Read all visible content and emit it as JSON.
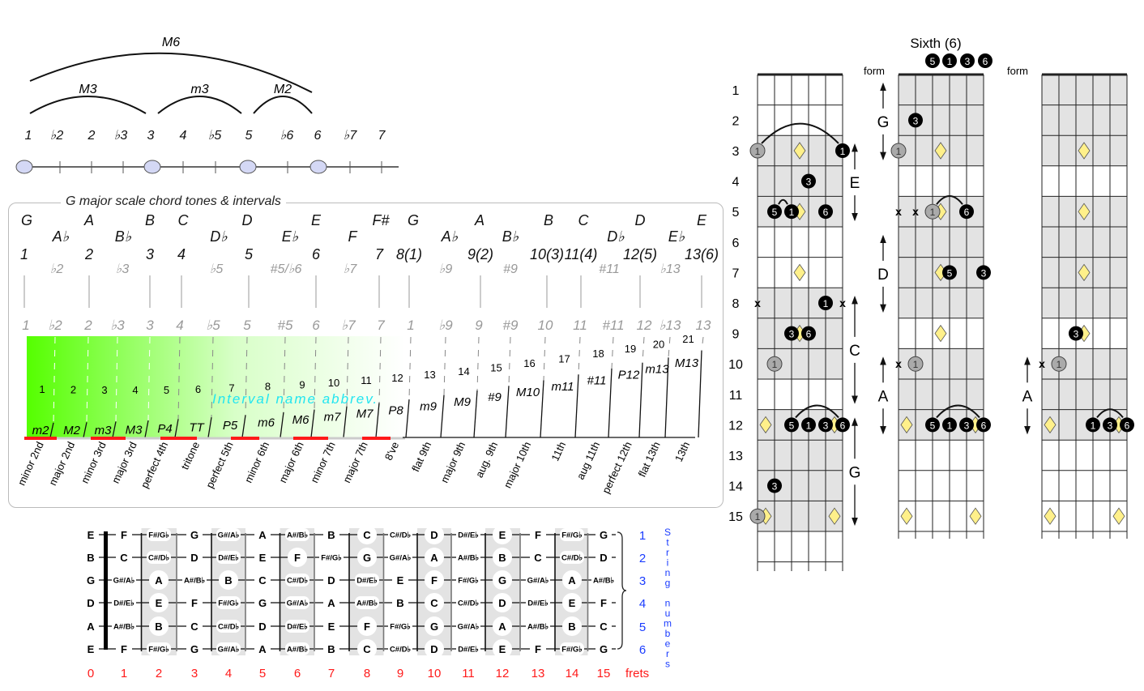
{
  "top_diagram": {
    "degrees": [
      "1",
      "♭2",
      "2",
      "♭3",
      "3",
      "4",
      "♭5",
      "5",
      "♭6",
      "6",
      "♭7",
      "7"
    ],
    "chord_tone_indexes": [
      0,
      4,
      7,
      9
    ],
    "arcs": [
      {
        "label": "M6",
        "from": 0,
        "to": 9,
        "level": 2
      },
      {
        "label": "M3",
        "from": 0,
        "to": 4,
        "level": 1
      },
      {
        "label": "m3",
        "from": 4,
        "to": 7,
        "level": 1
      },
      {
        "label": "M2",
        "from": 7,
        "to": 9,
        "level": 1
      }
    ]
  },
  "scale_panel": {
    "title": "G major scale chord tones & intervals",
    "notes": [
      {
        "note": "G",
        "degree": "1",
        "in_scale": true
      },
      {
        "note": "A♭",
        "degree": "♭2",
        "in_scale": false
      },
      {
        "note": "A",
        "degree": "2",
        "in_scale": true
      },
      {
        "note": "B♭",
        "degree": "♭3",
        "in_scale": false
      },
      {
        "note": "B",
        "degree": "3",
        "in_scale": true
      },
      {
        "note": "C",
        "degree": "4",
        "in_scale": true
      },
      {
        "note": "D♭",
        "degree": "♭5",
        "in_scale": false
      },
      {
        "note": "D",
        "degree": "5",
        "in_scale": true
      },
      {
        "note": "E♭",
        "degree": "#5/♭6",
        "in_scale": false
      },
      {
        "note": "E",
        "degree": "6",
        "in_scale": true
      },
      {
        "note": "F",
        "degree": "♭7",
        "in_scale": false
      },
      {
        "note": "F#",
        "degree": "7",
        "in_scale": true
      },
      {
        "note": "G",
        "degree": "8(1)",
        "in_scale": true
      },
      {
        "note": "A♭",
        "degree": "♭9",
        "in_scale": false
      },
      {
        "note": "A",
        "degree": "9(2)",
        "in_scale": true
      },
      {
        "note": "B♭",
        "degree": "#9",
        "in_scale": false
      },
      {
        "note": "B",
        "degree": "10(3)",
        "in_scale": true
      },
      {
        "note": "C",
        "degree": "11(4)",
        "in_scale": true
      },
      {
        "note": "D♭",
        "degree": "#11",
        "in_scale": false
      },
      {
        "note": "D",
        "degree": "12(5)",
        "in_scale": true
      },
      {
        "note": "E♭",
        "degree": "♭13",
        "in_scale": false
      },
      {
        "note": "E",
        "degree": "13(6)",
        "in_scale": true
      }
    ],
    "interval_degrees": [
      "1",
      "♭2",
      "2",
      "♭3",
      "3",
      "4",
      "♭5",
      "5",
      "#5",
      "6",
      "♭7",
      "7",
      "1",
      "♭9",
      "9",
      "#9",
      "10",
      "11",
      "#11",
      "12",
      "♭13",
      "13"
    ],
    "semitones": [
      1,
      2,
      3,
      4,
      5,
      6,
      7,
      8,
      9,
      10,
      11,
      12,
      13,
      14,
      15,
      16,
      17,
      18,
      19,
      20,
      21
    ],
    "abbreviations": [
      "m2",
      "M2",
      "m3",
      "M3",
      "P4",
      "TT",
      "P5",
      "m6",
      "M6",
      "m7",
      "M7",
      "P8",
      "m9",
      "M9",
      "#9",
      "M10",
      "m11",
      "#11",
      "P12",
      "m13",
      "M13"
    ],
    "interval_names": [
      "minor 2nd",
      "major 2nd",
      "minor 3rd",
      "major 3rd",
      "perfect 4th",
      "tritone",
      "perfect 5th",
      "minor 6th",
      "major 6th",
      "minor 7th",
      "major 7th",
      "8've",
      "flat 9th",
      "major 9th",
      "aug. 9th",
      "major 10th",
      "11th",
      "aug 11th",
      "perfect 12th",
      "flat 13th",
      "13th"
    ],
    "abbrev_caption": "Interval name abbrev.",
    "colors": {
      "gradient_start": "#55ff00",
      "caption": "#22e5f0",
      "accent_bar": "#ff1a1a"
    }
  },
  "note_chart": {
    "open_strings": [
      "E",
      "B",
      "G",
      "D",
      "A",
      "E"
    ],
    "frets": [
      "0",
      "1",
      "2",
      "3",
      "4",
      "5",
      "6",
      "7",
      "8",
      "9",
      "10",
      "11",
      "12",
      "13",
      "14",
      "15"
    ],
    "frets_label": "frets",
    "string_numbers": [
      "1",
      "2",
      "3",
      "4",
      "5",
      "6"
    ],
    "string_numbers_label": "String numbers",
    "grid": [
      [
        "F",
        "F#/G♭",
        "G",
        "G#/A♭",
        "A",
        "A#/B♭",
        "B",
        "C",
        "C#/D♭",
        "D",
        "D#/E♭",
        "E",
        "F",
        "F#/G♭",
        "G"
      ],
      [
        "C",
        "C#/D♭",
        "D",
        "D#/E♭",
        "E",
        "F",
        "F#/G♭",
        "G",
        "G#/A♭",
        "A",
        "A#/B♭",
        "B",
        "C",
        "C#/D♭",
        "D"
      ],
      [
        "G#/A♭",
        "A",
        "A#/B♭",
        "B",
        "C",
        "C#/D♭",
        "D",
        "D#/E♭",
        "E",
        "F",
        "F#/G♭",
        "G",
        "G#/A♭",
        "A",
        "A#/B♭"
      ],
      [
        "D#/E♭",
        "E",
        "F",
        "F#/G♭",
        "G",
        "G#/A♭",
        "A",
        "A#/B♭",
        "B",
        "C",
        "C#/D♭",
        "D",
        "D#/E♭",
        "E",
        "F"
      ],
      [
        "A#/B♭",
        "B",
        "C",
        "C#/D♭",
        "D",
        "D#/E♭",
        "E",
        "F",
        "F#/G♭",
        "G",
        "G#/A♭",
        "A",
        "A#/B♭",
        "B",
        "C"
      ],
      [
        "F",
        "F#/G♭",
        "G",
        "G#/A♭",
        "A",
        "A#/B♭",
        "B",
        "C",
        "C#/D♭",
        "D",
        "D#/E♭",
        "E",
        "F",
        "F#/G♭",
        "G"
      ]
    ],
    "colors": {
      "fret_numbers": "#ff1a1a",
      "string_numbers": "#1a3cff"
    }
  },
  "chord_diagrams": {
    "title": "Sixth (6)",
    "formula": [
      "5",
      "1",
      "3",
      "6"
    ],
    "form_label": "form",
    "fret_numbers": [
      "1",
      "2",
      "3",
      "4",
      "5",
      "6",
      "7",
      "8",
      "9",
      "10",
      "11",
      "12",
      "13",
      "14",
      "15"
    ],
    "inlay_frets": [
      3,
      5,
      7,
      9,
      12,
      15
    ],
    "diagrams": [
      {
        "shaded": [
          [
            3,
            5
          ],
          [
            8,
            10
          ],
          [
            12,
            15
          ]
        ],
        "dots": [
          {
            "fret": 3,
            "string": 6,
            "label": "1",
            "style": "gray"
          },
          {
            "fret": 3,
            "string": 1,
            "label": "1",
            "style": "black"
          },
          {
            "fret": 4,
            "string": 3,
            "label": "3",
            "style": "black"
          },
          {
            "fret": 5,
            "string": 5,
            "label": "5",
            "style": "black"
          },
          {
            "fret": 5,
            "string": 4,
            "label": "1",
            "style": "black"
          },
          {
            "fret": 5,
            "string": 2,
            "label": "6",
            "style": "black"
          },
          {
            "fret": 8,
            "string": 6,
            "label": "x",
            "style": "mute"
          },
          {
            "fret": 8,
            "string": 2,
            "label": "1",
            "style": "black"
          },
          {
            "fret": 8,
            "string": 1,
            "label": "x",
            "style": "mute"
          },
          {
            "fret": 9,
            "string": 4,
            "label": "3",
            "style": "black"
          },
          {
            "fret": 9,
            "string": 3,
            "label": "6",
            "style": "black"
          },
          {
            "fret": 10,
            "string": 5,
            "label": "1",
            "style": "gray"
          },
          {
            "fret": 12,
            "string": 4,
            "label": "5",
            "style": "black"
          },
          {
            "fret": 12,
            "string": 3,
            "label": "1",
            "style": "black"
          },
          {
            "fret": 12,
            "string": 2,
            "label": "3",
            "style": "black"
          },
          {
            "fret": 12,
            "string": 1,
            "label": "6",
            "style": "black"
          },
          {
            "fret": 14,
            "string": 5,
            "label": "3",
            "style": "black"
          },
          {
            "fret": 15,
            "string": 6,
            "label": "1",
            "style": "gray"
          }
        ],
        "arcs": [
          {
            "fret": 3,
            "from": 6,
            "to": 1
          },
          {
            "fret": 5,
            "from": 5,
            "to": 4
          },
          {
            "fret": 12,
            "from": 4,
            "to": 1
          }
        ]
      },
      {
        "shaded": [
          [
            1,
            3
          ],
          [
            5,
            8
          ],
          [
            10,
            12
          ]
        ],
        "dots": [
          {
            "fret": 2,
            "string": 5,
            "label": "3",
            "style": "black"
          },
          {
            "fret": 3,
            "string": 6,
            "label": "1",
            "style": "gray"
          },
          {
            "fret": 5,
            "string": 6,
            "label": "x",
            "style": "mute"
          },
          {
            "fret": 5,
            "string": 5,
            "label": "x",
            "style": "mute"
          },
          {
            "fret": 5,
            "string": 4,
            "label": "1",
            "style": "gray"
          },
          {
            "fret": 5,
            "string": 2,
            "label": "6",
            "style": "black"
          },
          {
            "fret": 7,
            "string": 3,
            "label": "5",
            "style": "black"
          },
          {
            "fret": 7,
            "string": 1,
            "label": "3",
            "style": "black"
          },
          {
            "fret": 10,
            "string": 6,
            "label": "x",
            "style": "mute"
          },
          {
            "fret": 10,
            "string": 5,
            "label": "1",
            "style": "gray"
          },
          {
            "fret": 12,
            "string": 4,
            "label": "5",
            "style": "black"
          },
          {
            "fret": 12,
            "string": 3,
            "label": "1",
            "style": "black"
          },
          {
            "fret": 12,
            "string": 2,
            "label": "3",
            "style": "black"
          },
          {
            "fret": 12,
            "string": 1,
            "label": "6",
            "style": "black"
          }
        ],
        "arcs": [
          {
            "fret": 5,
            "from": 4,
            "to": 2
          },
          {
            "fret": 12,
            "from": 4,
            "to": 1
          }
        ]
      },
      {
        "shaded": [
          [
            1,
            3
          ],
          [
            5,
            8
          ],
          [
            10,
            12
          ]
        ],
        "dots": [
          {
            "fret": 9,
            "string": 4,
            "label": "3",
            "style": "black"
          },
          {
            "fret": 10,
            "string": 6,
            "label": "x",
            "style": "mute"
          },
          {
            "fret": 10,
            "string": 5,
            "label": "1",
            "style": "gray"
          },
          {
            "fret": 12,
            "string": 3,
            "label": "1",
            "style": "black"
          },
          {
            "fret": 12,
            "string": 2,
            "label": "3",
            "style": "black"
          },
          {
            "fret": 12,
            "string": 1,
            "label": "6",
            "style": "black"
          }
        ],
        "arcs": [
          {
            "fret": 12,
            "from": 3,
            "to": 1
          }
        ]
      }
    ],
    "form_arrows": [
      {
        "column": 0,
        "label": "E",
        "frets": [
          3,
          5
        ]
      },
      {
        "column": 0,
        "label": "C",
        "frets": [
          8,
          11
        ]
      },
      {
        "column": 0,
        "label": "G",
        "frets": [
          12,
          15
        ]
      },
      {
        "column": 1,
        "label": "G",
        "frets": [
          1,
          3
        ]
      },
      {
        "column": 1,
        "label": "D",
        "frets": [
          6,
          8
        ]
      },
      {
        "column": 1,
        "label": "A",
        "frets": [
          10,
          12
        ]
      },
      {
        "column": 2,
        "label": "A",
        "frets": [
          10,
          12
        ]
      }
    ],
    "colors": {
      "inlay": "#fff08a",
      "shade": "#e3e3e3",
      "gray_dot": "#aaaaaa"
    }
  }
}
